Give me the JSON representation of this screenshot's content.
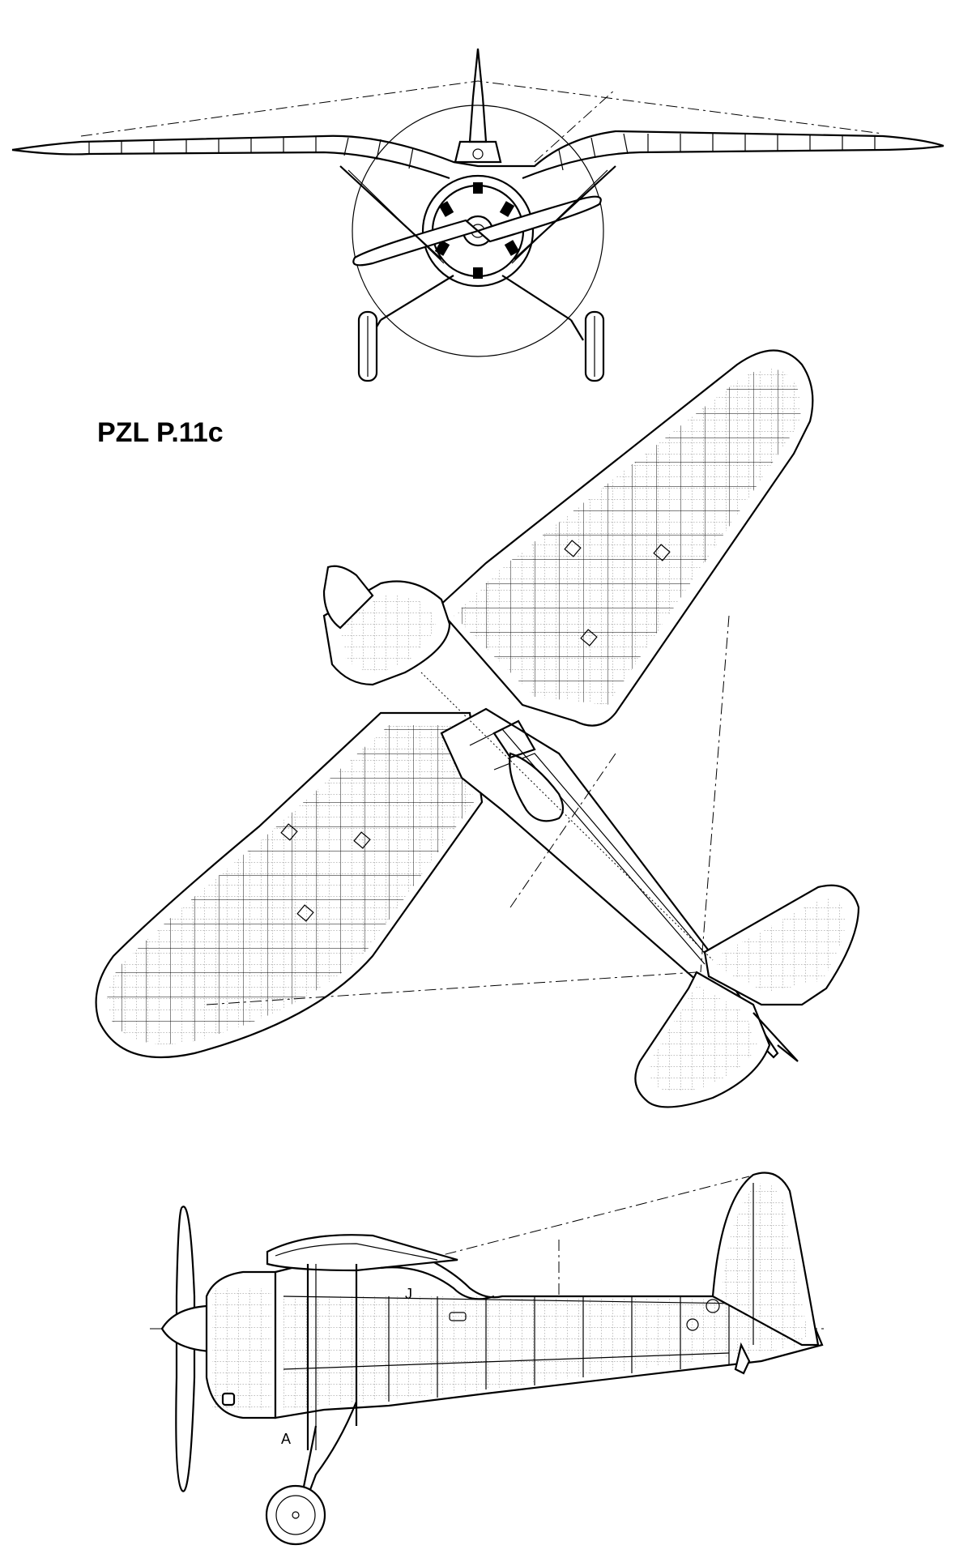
{
  "title": "PZL P.11c",
  "views": [
    "front",
    "top",
    "side"
  ],
  "annotation_label": "A"
}
